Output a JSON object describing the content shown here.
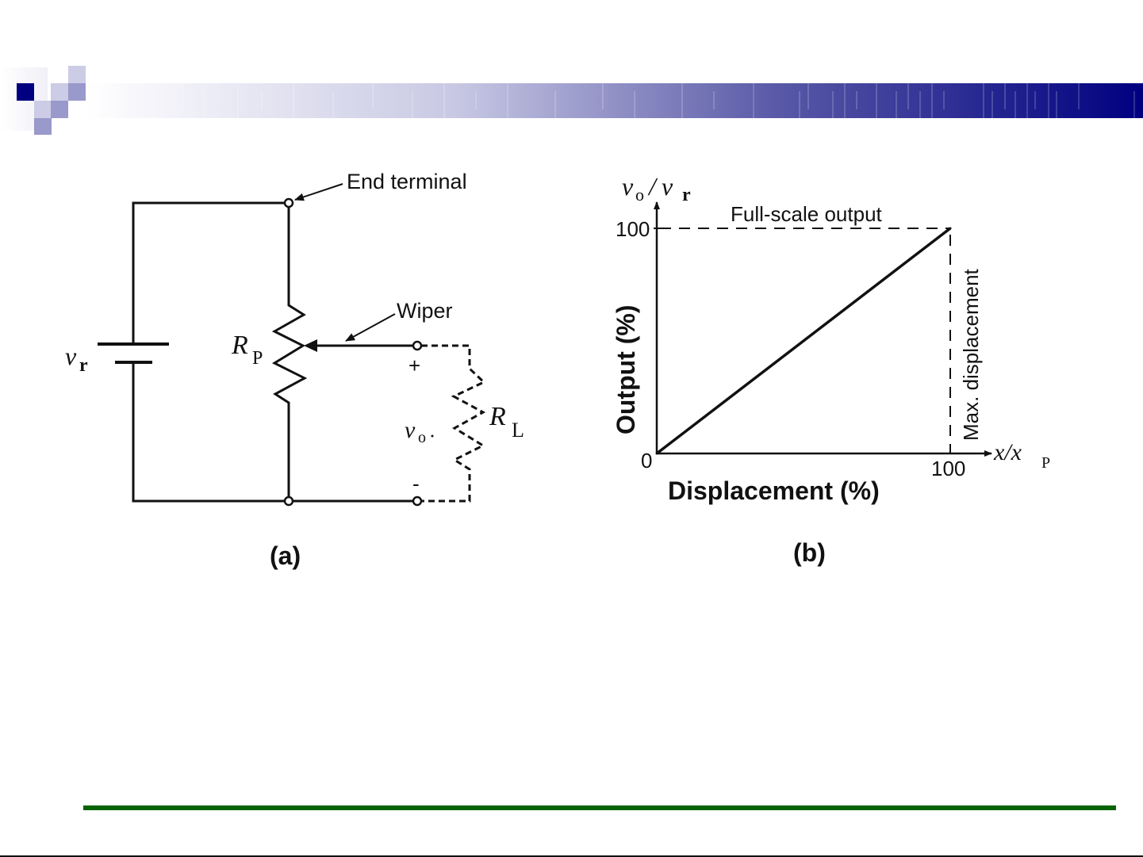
{
  "slide": {
    "accent_colors": {
      "banner_start": "#ffffff",
      "banner_end": "#000080",
      "square_dark": "#000080",
      "square_mid": "#9999cc",
      "square_light": "#ccccE6",
      "bottom_rule": "#066406"
    }
  },
  "circuit": {
    "caption": "(a)",
    "end_terminal_label": "End terminal",
    "wiper_label": "Wiper",
    "source_symbol": "v",
    "source_subscript": "r",
    "pot_symbol": "R",
    "pot_subscript": "P",
    "load_symbol": "R",
    "load_subscript": "L",
    "output_symbol": "v",
    "output_subscript": "o",
    "plus_sign": "+",
    "minus_sign": "-"
  },
  "graph": {
    "caption": "(b)",
    "y_axis_symbol": "v",
    "y_axis_symbol_sub": "o",
    "y_axis_symbol_den": "v",
    "y_axis_symbol_den_sub": "r",
    "x_axis_symbol": "x/x",
    "x_axis_symbol_sub": "P",
    "ylabel": "Output (%)",
    "xlabel": "Displacement (%)",
    "full_scale_label": "Full-scale output",
    "max_disp_label": "Max. displacement",
    "origin_label": "0",
    "y_max_label": "100",
    "x_max_label": "100"
  },
  "chart_data": {
    "type": "line",
    "title": "",
    "xlabel": "Displacement (%)",
    "ylabel": "Output (%)",
    "xlim": [
      0,
      100
    ],
    "ylim": [
      0,
      100
    ],
    "grid": false,
    "series": [
      {
        "name": "Output",
        "x": [
          0,
          100
        ],
        "y": [
          0,
          100
        ]
      }
    ],
    "annotations": [
      "Full-scale output",
      "Max. displacement"
    ],
    "tick_labels": {
      "x": [
        "0",
        "100"
      ],
      "y": [
        "0",
        "100"
      ]
    }
  }
}
